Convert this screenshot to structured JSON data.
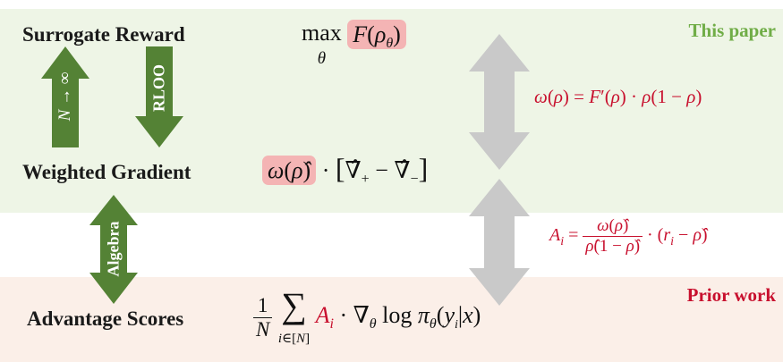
{
  "nodes": {
    "surrogate_reward": "Surrogate Reward",
    "weighted_gradient": "Weighted Gradient",
    "advantage_scores": "Advantage Scores"
  },
  "tags": {
    "this_paper": "This paper",
    "prior_work": "Prior work"
  },
  "arrows": {
    "limit": "N → ∞",
    "rloo": "RLOO",
    "algebra": "Algebra"
  },
  "equations": {
    "objective": "max_θ F(ρ_θ)",
    "weighted": "ω(ρ̂) · [∇̂₊ − ∇̂₋]",
    "advantage": "(1/N) Σ_{i∈[N]} A_i · ∇_θ log π_θ(y_i|x)",
    "omega_def": "ω(ρ) = F′(ρ) · ρ(1 − ρ)",
    "a_def": "A_i = ω(ρ̂) / (ρ̂(1 − ρ̂)) · (r_i − ρ̂)"
  },
  "colors": {
    "top_band": "#eef5e6",
    "bottom_band": "#fbefe8",
    "green_arrow": "#548235",
    "gray_arrow": "#c9c9c9",
    "highlight": "#f4b4b4",
    "red_text": "#c8102e",
    "green_text": "#70ad47"
  }
}
